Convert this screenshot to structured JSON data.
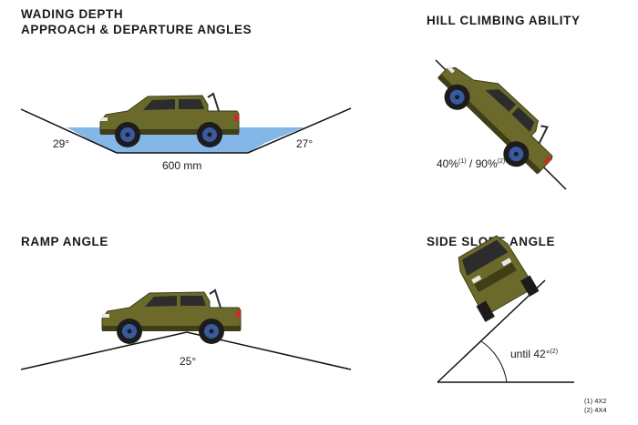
{
  "titles": {
    "wading_line1": "WADING DEPTH",
    "wading_line2": "APPROACH & DEPARTURE ANGLES",
    "hill": "HILL CLIMBING ABILITY",
    "ramp": "RAMP ANGLE",
    "side": "SIDE SLOPE ANGLE"
  },
  "wading": {
    "approach_angle": "29°",
    "departure_angle": "27°",
    "depth": "600 mm",
    "water_color": "#5b9fe0"
  },
  "hill": {
    "value_4x2": "40%",
    "ref_4x2": "(1)",
    "separator": " / ",
    "value_4x4": "90%",
    "ref_4x4": "(2)"
  },
  "ramp": {
    "angle": "25°"
  },
  "side": {
    "prefix": "until 42°",
    "ref": "(2)"
  },
  "footnotes": [
    "(1) 4X2",
    "(2) 4X4"
  ],
  "colors": {
    "body": "#6b6a2a",
    "body_dark": "#3f3e17",
    "glass": "#2c2c2c",
    "wheel": "#1c1c1c",
    "rim": "#3a5aa0",
    "line": "#111111"
  }
}
